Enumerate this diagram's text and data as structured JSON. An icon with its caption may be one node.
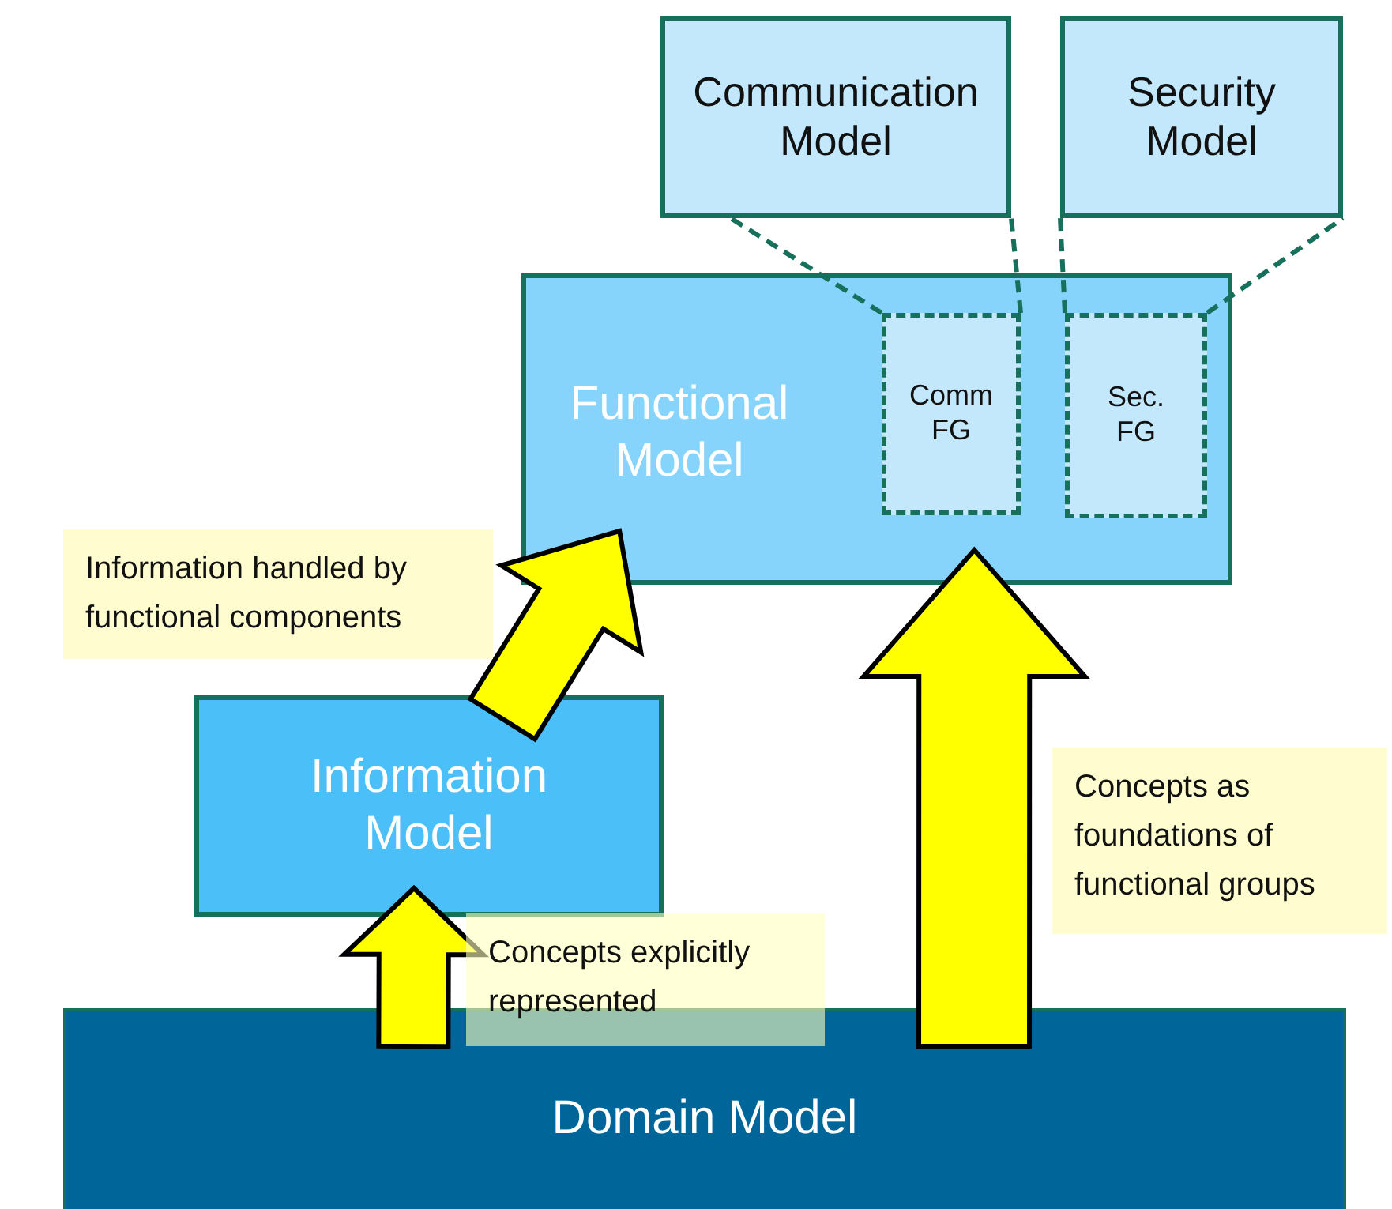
{
  "diagram": {
    "nodes": [
      {
        "text": [
          "Communication Model"
        ]
      },
      {
        "text": [
          "Security Model"
        ]
      },
      {
        "text": [
          "Functional Model"
        ]
      },
      {
        "text": [
          "Comm FG"
        ],
        "in": 2
      },
      {
        "text": [
          "Sec. FG"
        ],
        "in": 2
      },
      {
        "text": [
          "Information Model"
        ]
      },
      {
        "text": [
          "Domain Model"
        ]
      }
    ],
    "edges": [
      {
        "from": 5,
        "to": 2,
        "arrow": "to",
        "label": "Information handled by functional components",
        "style": "thick",
        "color": "#ffff00"
      },
      {
        "from": 6,
        "to": 2,
        "arrow": "to",
        "label": "Concepts as foundations of functional groups",
        "style": "thick",
        "color": "#ffff00"
      },
      {
        "from": 6,
        "to": 5,
        "arrow": "to",
        "label": "Concepts explicitly represented",
        "style": "thick",
        "color": "#ffff00"
      },
      {
        "from": 3,
        "to": 0,
        "arrow": "none",
        "style": "dashed"
      },
      {
        "from": 3,
        "to": 0,
        "arrow": "none",
        "style": "dashed"
      },
      {
        "from": 4,
        "to": 1,
        "arrow": "none",
        "style": "dashed"
      },
      {
        "from": 4,
        "to": 1,
        "arrow": "none",
        "style": "dashed"
      }
    ]
  }
}
